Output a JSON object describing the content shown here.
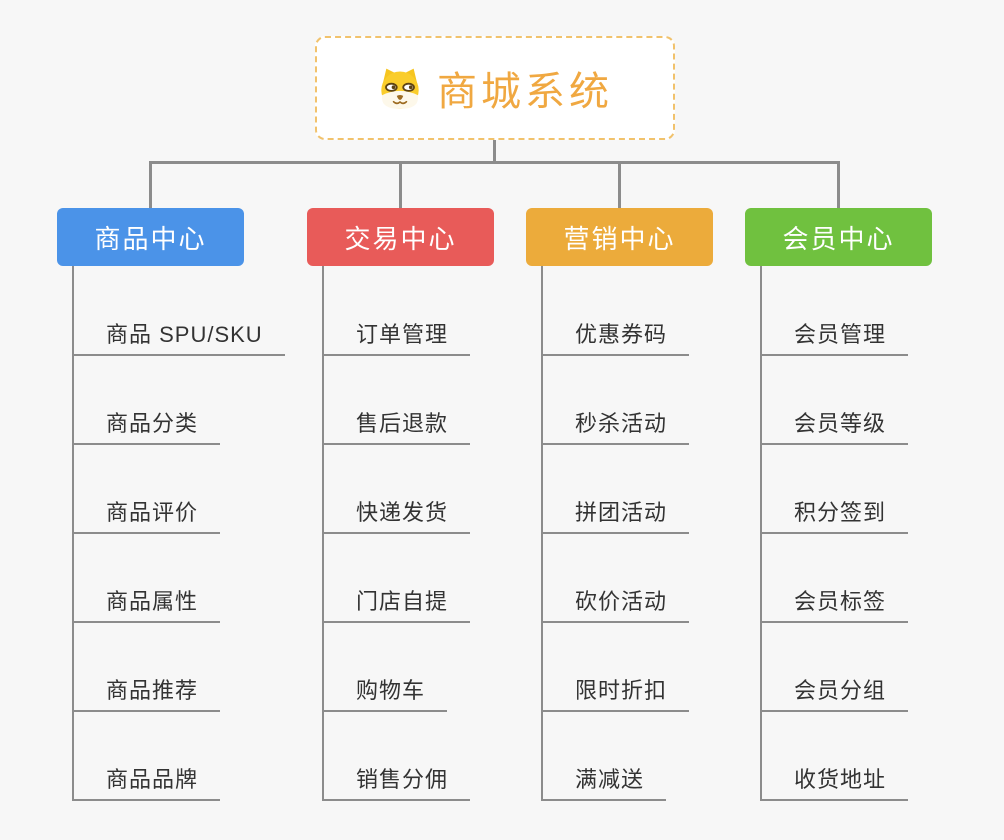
{
  "root": {
    "title": "商城系统",
    "icon": "dog-face-icon",
    "title_color": "#F0A841",
    "border_color": "#F1C26C"
  },
  "connector_color": "#8C8C8C",
  "branches": [
    {
      "label": "商品中心",
      "color": "#4B93E8",
      "children": [
        "商品 SPU/SKU",
        "商品分类",
        "商品评价",
        "商品属性",
        "商品推荐",
        "商品品牌"
      ]
    },
    {
      "label": "交易中心",
      "color": "#E85B59",
      "children": [
        "订单管理",
        "售后退款",
        "快递发货",
        "门店自提",
        "购物车",
        "销售分佣"
      ]
    },
    {
      "label": "营销中心",
      "color": "#ECAB3B",
      "children": [
        "优惠券码",
        "秒杀活动",
        "拼团活动",
        "砍价活动",
        "限时折扣",
        "满减送"
      ]
    },
    {
      "label": "会员中心",
      "color": "#70C13F",
      "children": [
        "会员管理",
        "会员等级",
        "积分签到",
        "会员标签",
        "会员分组",
        "收货地址"
      ]
    }
  ]
}
